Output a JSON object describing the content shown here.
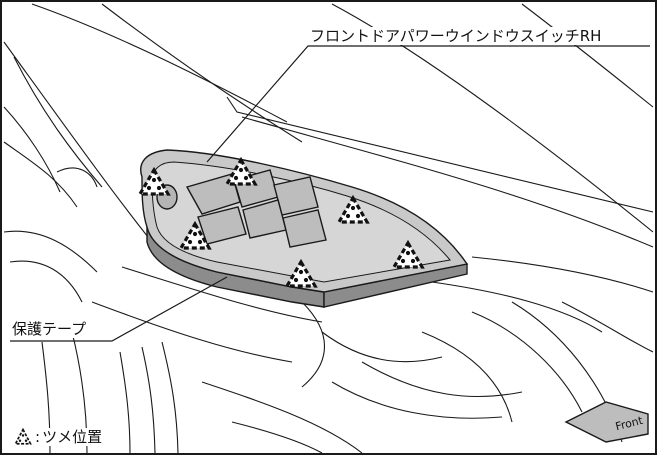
{
  "labels": {
    "switch_name": "フロントドアパワーウインドウスイッチRH",
    "tape_name": "保護テープ",
    "legend_separator": ":",
    "legend_text": "ツメ位置",
    "front_text": "Front"
  },
  "icons": {
    "claw_marker": "dashed-triangle-with-dots-icon",
    "front_arrow": "front-direction-arrow-icon"
  },
  "colors": {
    "line": "#1a1a1a",
    "switch_fill": "#c9c9c9",
    "tape_fill": "#8c8c8c",
    "arrow_fill": "#bdbdbd",
    "background": "#ffffff"
  }
}
